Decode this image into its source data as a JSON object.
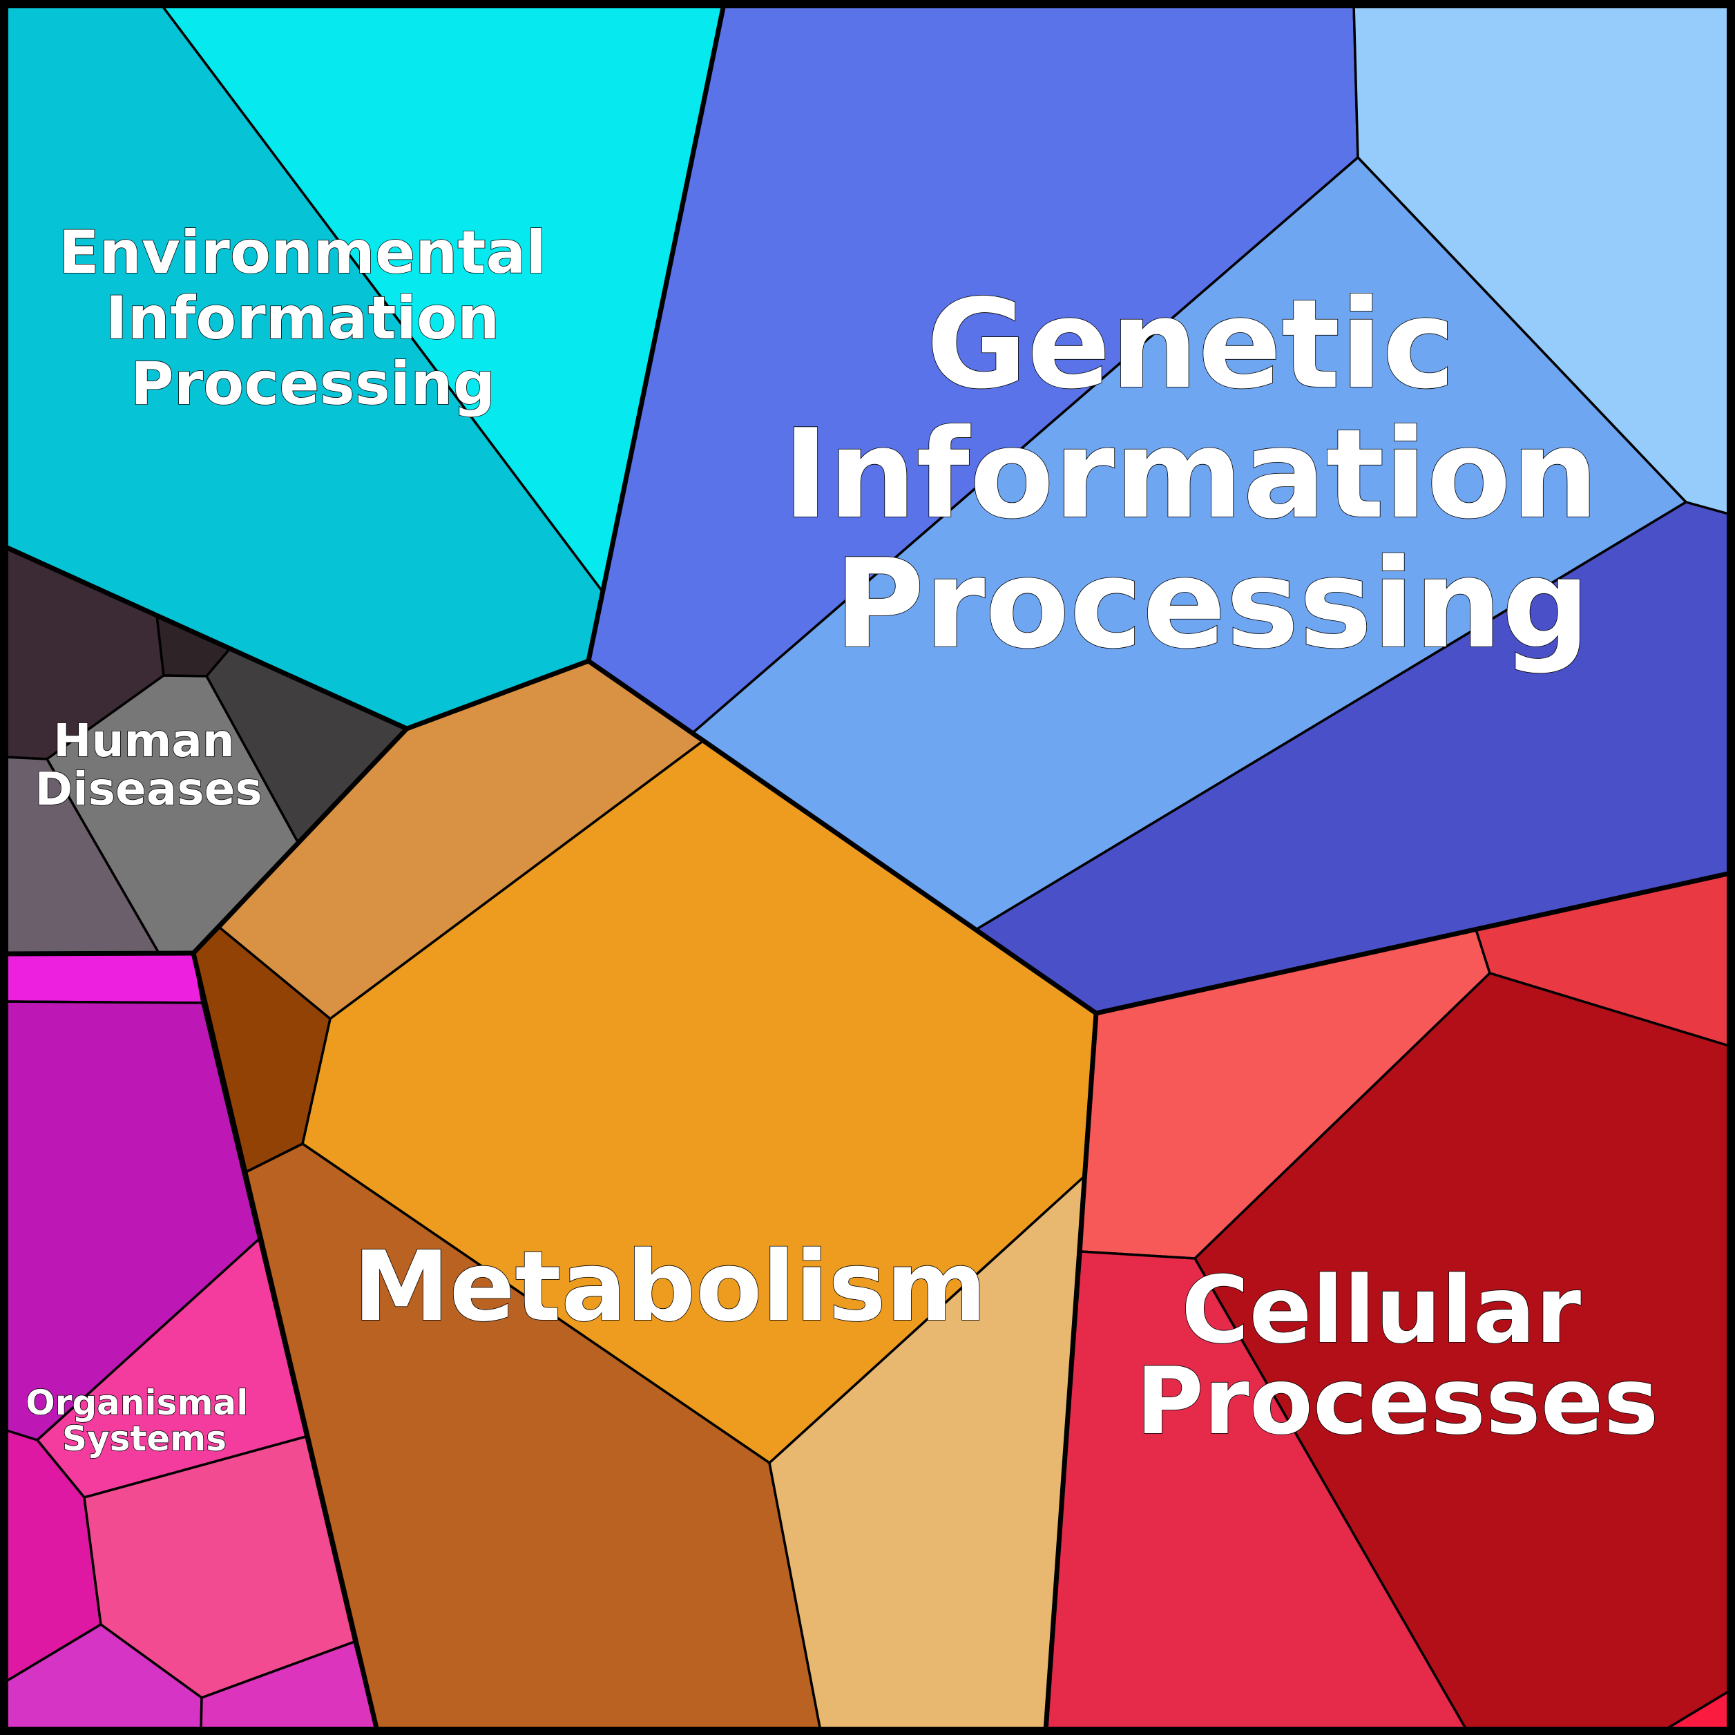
{
  "groups": {
    "environmental": {
      "label_lines": [
        "Environmental",
        "Information",
        "Processing"
      ]
    },
    "genetic": {
      "label_lines": [
        "Genetic",
        "Information",
        "Processing"
      ]
    },
    "human_diseases": {
      "label_lines": [
        "Human",
        "Diseases"
      ]
    },
    "metabolism": {
      "label_lines": [
        "Metabolism"
      ]
    },
    "cellular": {
      "label_lines": [
        "Cellular",
        "Processes"
      ]
    },
    "organismal": {
      "label_lines": [
        "Organismal",
        "Systems"
      ]
    }
  },
  "colors": {
    "environmental": [
      "#06c4d6",
      "#06e9ee"
    ],
    "genetic": [
      "#5a73e8",
      "#96ccfc",
      "#6fa6f1",
      "#4a51c8"
    ],
    "human_diseases": [
      "#3c2a35",
      "#2e2428",
      "#403e3f",
      "#777777",
      "#6b5f6b"
    ],
    "metabolism": [
      "#d99243",
      "#ed9c1f",
      "#934205",
      "#b96222",
      "#e8b870"
    ],
    "cellular": [
      "#f75858",
      "#e93a44",
      "#b30f18",
      "#e52a4a",
      "#fb1a40"
    ],
    "organismal": [
      "#ee20e0",
      "#bd18b5",
      "#f43c9e",
      "#de18a2",
      "#f24b92",
      "#d634c4",
      "#dc34bc"
    ]
  }
}
